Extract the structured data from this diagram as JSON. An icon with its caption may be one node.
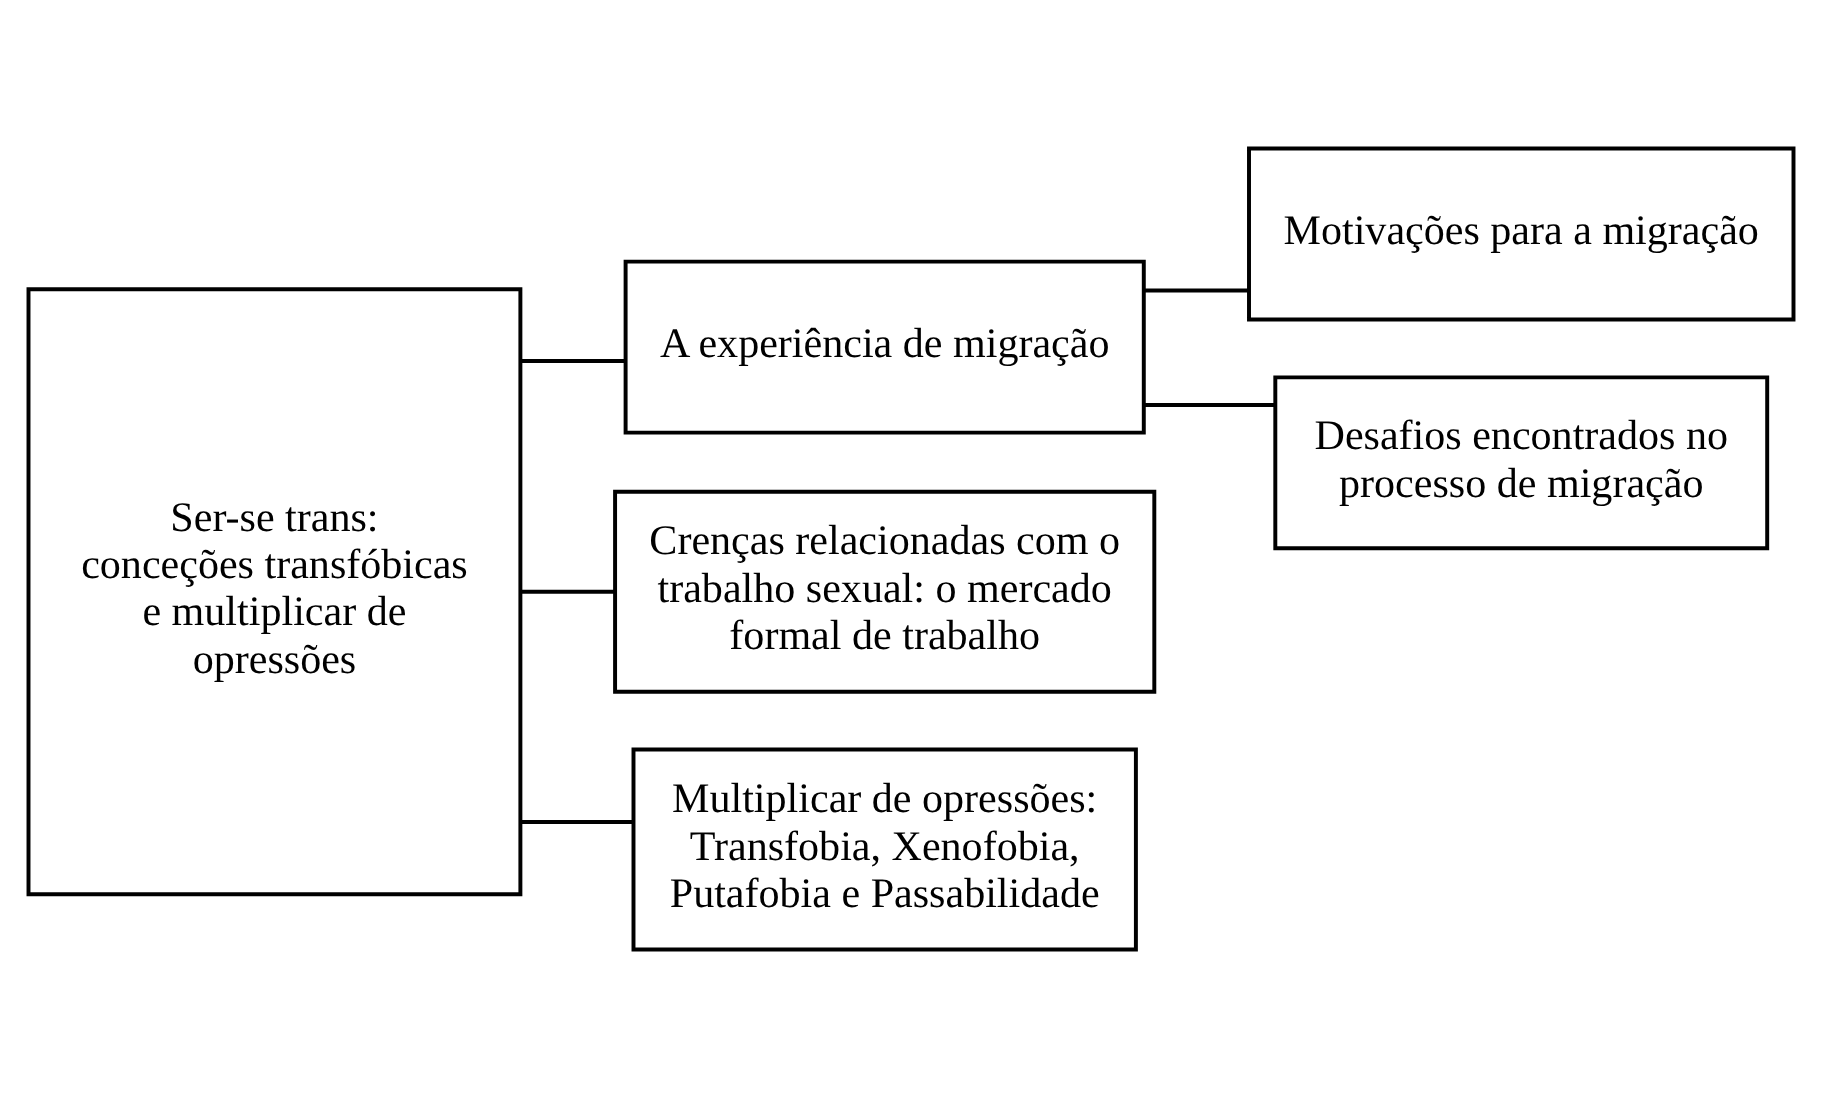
{
  "diagram": {
    "nodes": [
      {
        "text": [
          "Ser-se trans: conceções transfóbicas e multiplicar de opressões"
        ]
      },
      {
        "text": [
          "A experiência de migração"
        ]
      },
      {
        "text": [
          "Crenças relacionadas com o trabalho sexual: o mercado formal de trabalho"
        ]
      },
      {
        "text": [
          "Multiplicar de opressões: Transfobia, Xenofobia, Putafobia e Passabilidade"
        ]
      },
      {
        "text": [
          "Motivações para a migração"
        ]
      },
      {
        "text": [
          "Desafios encontrados no processo de migração"
        ]
      }
    ],
    "edges": [
      {
        "from": 0,
        "to": 1,
        "arrow": "none"
      },
      {
        "from": 0,
        "to": 2,
        "arrow": "none"
      },
      {
        "from": 0,
        "to": 3,
        "arrow": "none"
      },
      {
        "from": 1,
        "to": 4,
        "arrow": "none"
      },
      {
        "from": 1,
        "to": 5,
        "arrow": "none"
      }
    ]
  }
}
